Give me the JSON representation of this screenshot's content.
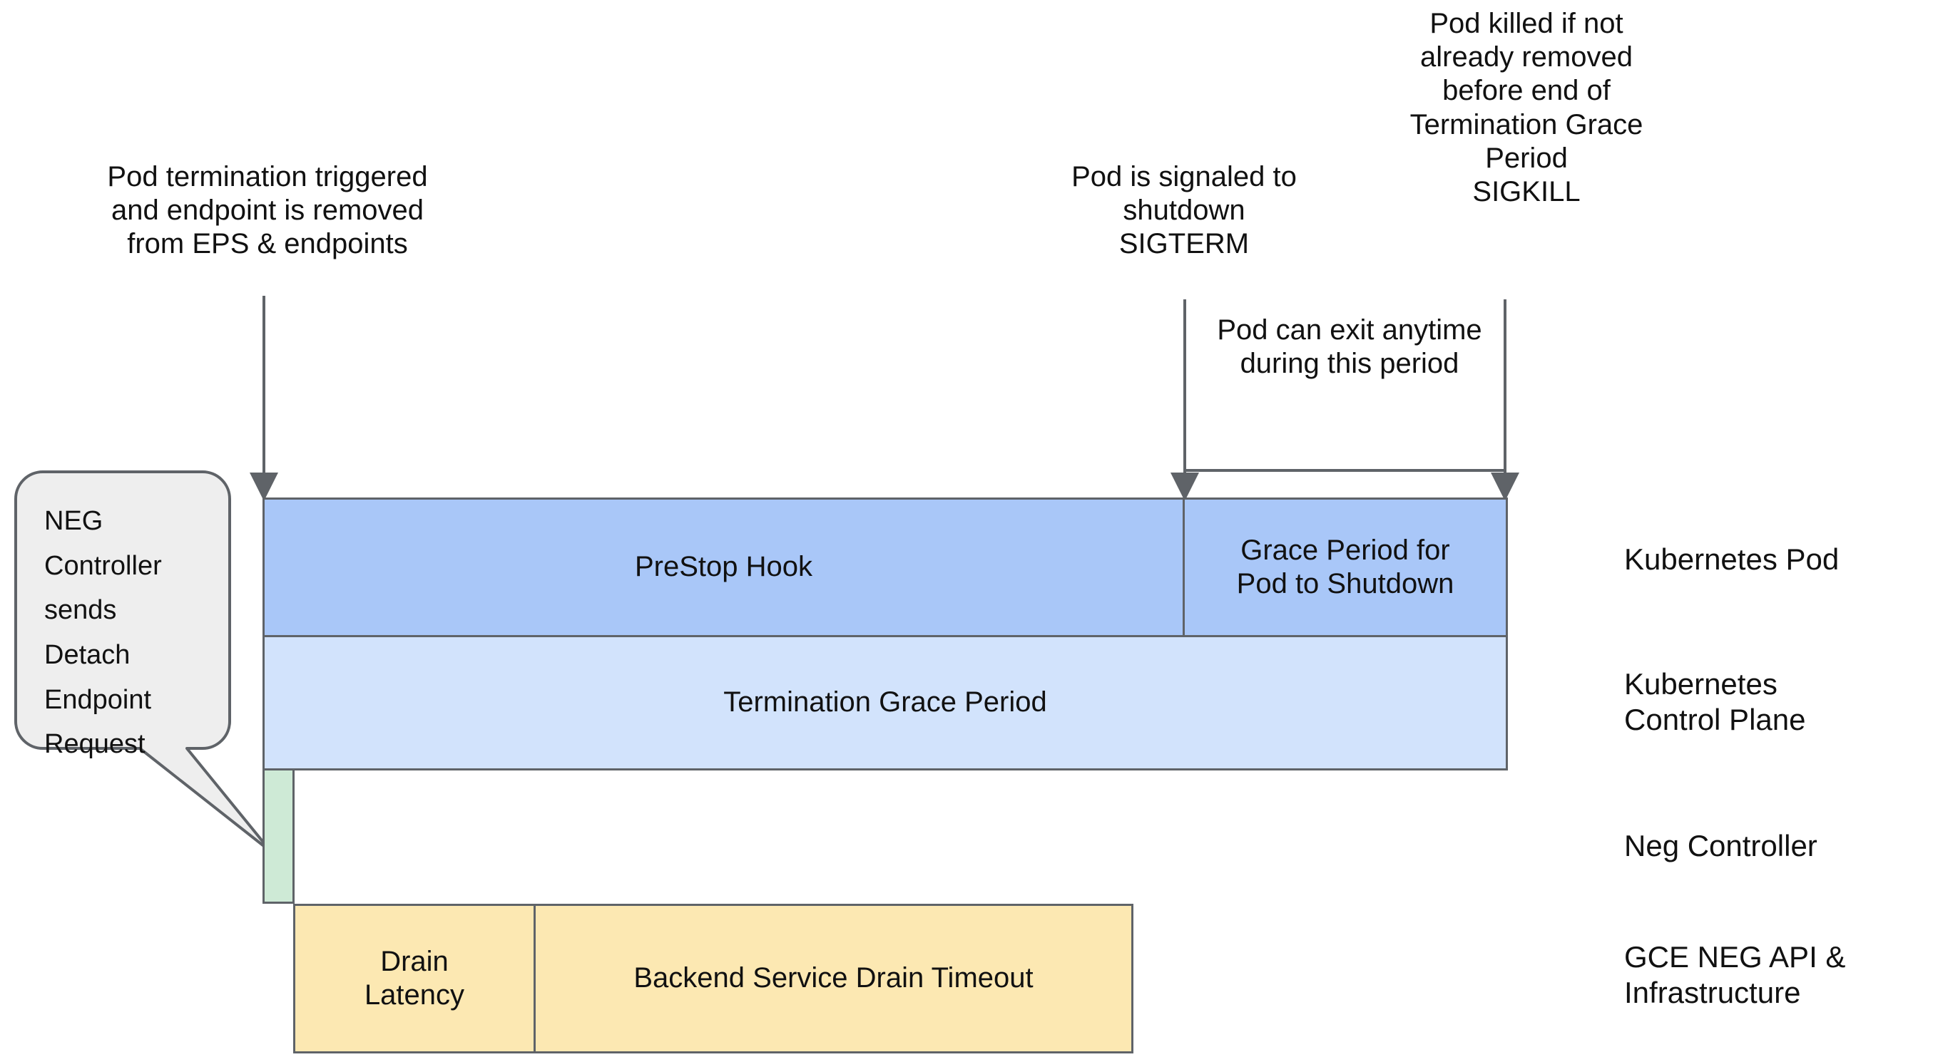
{
  "diagram": {
    "title": "Kubernetes Pod termination and NEG endpoint drain timeline",
    "colors": {
      "prestop_fill": "#a9c7f8",
      "grace_fill": "#a9c7f8",
      "termination_fill": "#d2e3fc",
      "neg_fill": "#ceead6",
      "drain_fill": "#fce8b2",
      "stroke": "#5f6368",
      "callout_fill": "#eeeeee",
      "callout_stroke": "#5f6368",
      "text": "#111111"
    }
  },
  "annotations": [
    {
      "id": "pod-termination-triggered",
      "text": "Pod termination triggered\nand endpoint is removed\nfrom EPS & endpoints"
    },
    {
      "id": "pod-signaled-sigterm",
      "text": "Pod is signaled to\nshutdown\nSIGTERM"
    },
    {
      "id": "pod-killed-sigkill",
      "text": "Pod killed if not\nalready removed\nbefore end of\nTermination Grace\nPeriod\nSIGKILL"
    },
    {
      "id": "pod-exit-anytime",
      "text": "Pod can exit anytime\nduring this period"
    }
  ],
  "callout": {
    "id": "neg-controller-callout",
    "text": "NEG\nController\nsends\nDetach\nEndpoint\nRequest"
  },
  "bars": [
    {
      "id": "prestop-hook",
      "label": "PreStop Hook"
    },
    {
      "id": "grace-period-shutdown",
      "label": "Grace Period for\nPod to Shutdown"
    },
    {
      "id": "termination-grace",
      "label": "Termination Grace Period"
    },
    {
      "id": "neg-detach",
      "label": ""
    },
    {
      "id": "drain-latency",
      "label": "Drain\nLatency"
    },
    {
      "id": "backend-drain-timeout",
      "label": "Backend Service Drain Timeout"
    }
  ],
  "row_labels": [
    {
      "id": "kubernetes-pod",
      "text": "Kubernetes Pod"
    },
    {
      "id": "kubernetes-control-plane",
      "text": "Kubernetes\nControl Plane"
    },
    {
      "id": "neg-controller",
      "text": "Neg Controller"
    },
    {
      "id": "gce-neg-api",
      "text": "GCE NEG API &\nInfrastructure"
    }
  ]
}
